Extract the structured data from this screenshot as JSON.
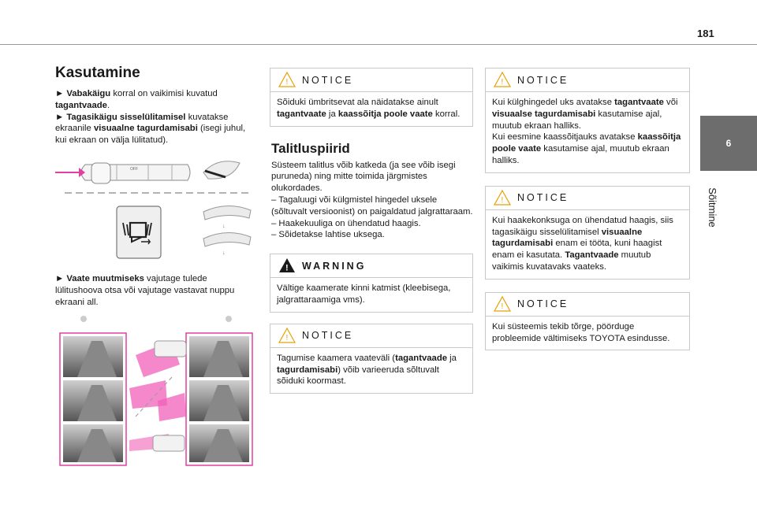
{
  "page": {
    "number": "181"
  },
  "side_tab": {
    "number": "6",
    "label": "Sõitmine"
  },
  "col1": {
    "title": "Kasutamine",
    "p1": [
      {
        "text": "► ",
        "bold": false
      },
      {
        "text": "Vabakäigu",
        "bold": true
      },
      {
        "text": " korral on vaikimisi kuvatud ",
        "bold": false
      },
      {
        "text": "tagantvaade",
        "bold": true
      },
      {
        "text": ".",
        "bold": false
      },
      {
        "text": "\n",
        "bold": false
      },
      {
        "text": "► ",
        "bold": false
      },
      {
        "text": "Tagasikäigu sisselülitamisel",
        "bold": true
      },
      {
        "text": " kuvatakse ekraanile ",
        "bold": false
      },
      {
        "text": "visuaalne tagurdamisabi",
        "bold": true
      },
      {
        "text": " (isegi juhul, kui ekraan on välja lülitatud).",
        "bold": false
      }
    ],
    "p2": [
      {
        "text": "► ",
        "bold": false
      },
      {
        "text": "Vaate muutmiseks",
        "bold": true
      },
      {
        "text": " vajutage tulede lülitushoova otsa või vajutage vastavat nuppu ekraani all.",
        "bold": false
      }
    ]
  },
  "col2": {
    "notice1_title": "NOTICE",
    "notice1_body": [
      {
        "text": "Sõiduki ümbritsevat ala näidatakse ainult ",
        "bold": false
      },
      {
        "text": "tagantvaate",
        "bold": true
      },
      {
        "text": " ja ",
        "bold": false
      },
      {
        "text": "kaassõitja poole vaate",
        "bold": true
      },
      {
        "text": " korral.",
        "bold": false
      }
    ],
    "heading": "Talitluspiirid",
    "body": [
      {
        "text": "Süsteem talitlus võib katkeda (ja see võib isegi puruneda) ning mitte toimida järgmistes olukordades.\n– Tagaluugi või külgmistel hingedel uksele (sõltuvalt versioonist) on paigaldatud jalgrattaraam.\n– Haakekuuliga on ühendatud haagis.\n– Sõidetakse lahtise uksega.",
        "bold": false
      }
    ],
    "warning_title": "WARNING",
    "warning_body": [
      {
        "text": "Vältige kaamerate kinni katmist (kleebisega, jalgrattaraamiga vms).",
        "bold": false
      }
    ],
    "notice2_title": "NOTICE",
    "notice2_body": [
      {
        "text": "Tagumise kaamera vaateväli (",
        "bold": false
      },
      {
        "text": "tagantvaade",
        "bold": true
      },
      {
        "text": " ja ",
        "bold": false
      },
      {
        "text": "tagurdamisabi",
        "bold": true
      },
      {
        "text": ") võib varieeruda sõltuvalt sõiduki koormast.",
        "bold": false
      }
    ]
  },
  "col3": {
    "notice1_title": "NOTICE",
    "notice1_body": [
      {
        "text": "Kui külghingedel uks avatakse ",
        "bold": false
      },
      {
        "text": "tagantvaate",
        "bold": true
      },
      {
        "text": " või ",
        "bold": false
      },
      {
        "text": "visuaalse tagurdamisabi",
        "bold": true
      },
      {
        "text": " kasutamise ajal, muutub ekraan halliks.\nKui eesmine kaassõitjauks avatakse ",
        "bold": false
      },
      {
        "text": "kaassõitja poole vaate",
        "bold": true
      },
      {
        "text": " kasutamise ajal, muutub ekraan halliks.",
        "bold": false
      }
    ],
    "notice2_title": "NOTICE",
    "notice2_body": [
      {
        "text": "Kui haakekonksuga on ühendatud haagis, siis tagasikäigu sisselülitamisel ",
        "bold": false
      },
      {
        "text": "visuaalne tagurdamisabi",
        "bold": true
      },
      {
        "text": " enam ei tööta, kuni haagist enam ei kasutata. ",
        "bold": false
      },
      {
        "text": "Tagantvaade",
        "bold": true
      },
      {
        "text": " muutub vaikimis kuvatavaks vaateks.",
        "bold": false
      }
    ],
    "notice3_title": "NOTICE",
    "notice3_body": [
      {
        "text": "Kui süsteemis tekib tõrge, pöörduge probleemide vältimiseks TOYOTA esindusse.",
        "bold": false
      }
    ]
  },
  "colors": {
    "accent": "#e040a0",
    "tab": "#6d6d6d",
    "warning": "#e8a000"
  },
  "icons": [
    "caution-triangle-icon",
    "warning-triangle-icon",
    "camera-button-icon"
  ]
}
